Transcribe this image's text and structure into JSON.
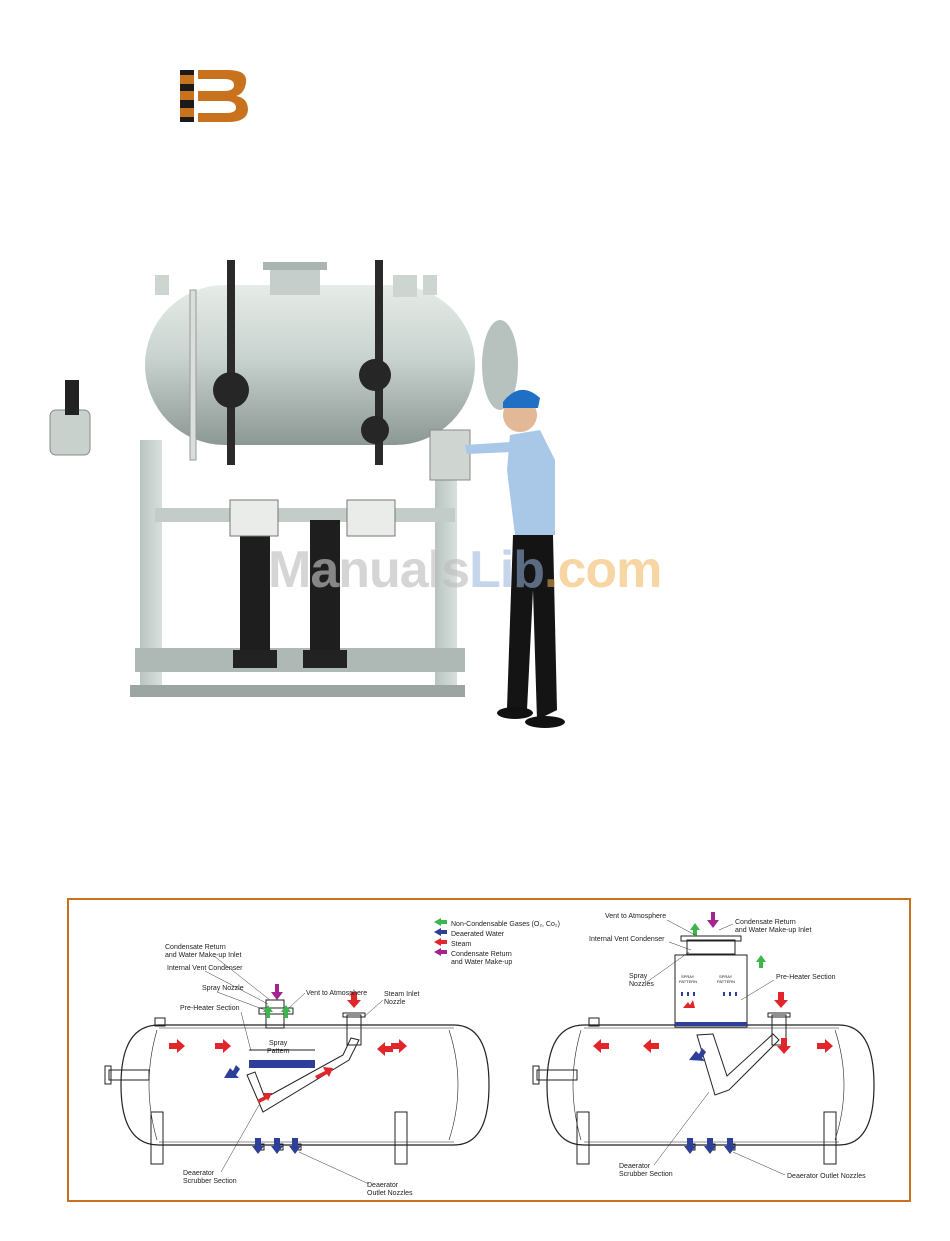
{
  "watermark": {
    "part1": "Manuals",
    "part2": "Lib",
    "part3": ".com"
  },
  "legend": [
    {
      "label": "Non-Condensable Gases (O₂, Co₂)",
      "color": "#3cb54a"
    },
    {
      "label": "Deaerated Water",
      "color": "#2e3f9a"
    },
    {
      "label": "Steam",
      "color": "#e0262b"
    },
    {
      "label": "Condensate Return",
      "color": "#a3238f"
    },
    {
      "label": "and Water Make-up",
      "color": ""
    }
  ],
  "left_diagram": {
    "condensate_line1": "Condensate Return",
    "condensate_line2": "and Water Make-up Inlet",
    "internal_vent": "Internal Vent Condenser",
    "spray_nozzle": "Spray Nozzle",
    "vent_atmosphere": "Vent to Atmosphere",
    "steam_inlet1": "Steam Inlet",
    "steam_inlet2": "Nozzle",
    "preheater": "Pre-Heater Section",
    "spray_pattern1": "Spray",
    "spray_pattern2": "Pattern",
    "scrubber1": "Deaerator",
    "scrubber2": "Scrubber Section",
    "outlet1": "Deaerator",
    "outlet2": "Outlet Nozzles"
  },
  "right_diagram": {
    "vent_atmosphere": "Vent to Atmosphere",
    "condensate_line1": "Condensate Return",
    "condensate_line2": "and Water Make-up Inlet",
    "internal_vent": "Internal Vent Condenser",
    "spray_nozzles1": "Spray",
    "spray_nozzles2": "Nozzles",
    "preheater": "Pre-Heater Section",
    "spray_pattern1": "SPRAY",
    "spray_pattern2": "PATTERN",
    "scrubber1": "Deaerator",
    "scrubber2": "Scrubber Section",
    "outlet": "Deaerator Outlet Nozzles"
  },
  "colors": {
    "brand_orange": "#c8721e",
    "steam": "#e0262b",
    "water": "#2e3f9a",
    "gas": "#3cb54a",
    "condensate": "#a3238f"
  }
}
